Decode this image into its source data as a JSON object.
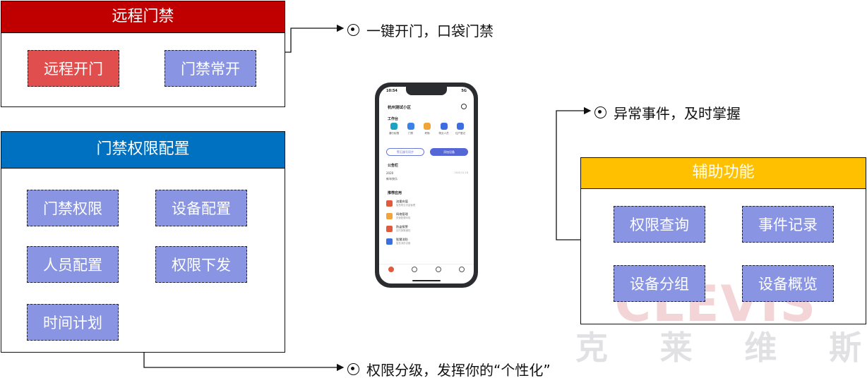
{
  "panels": {
    "remote": {
      "title": "远程门禁",
      "header_color": "#c00000",
      "tiles": [
        "远程开门",
        "门禁常开"
      ]
    },
    "permission": {
      "title": "门禁权限配置",
      "header_color": "#0070c0",
      "tiles": [
        "门禁权限",
        "设备配置",
        "人员配置",
        "权限下发",
        "时间计划"
      ]
    },
    "assist": {
      "title": "辅助功能",
      "header_color": "#ffc000",
      "tiles": [
        "权限查询",
        "事件记录",
        "设备分组",
        "设备概览"
      ]
    }
  },
  "callouts": {
    "remote": "一键开门，口袋门禁",
    "assist": "异常事件，及时掌握",
    "permission": "权限分级，发挥你的“个性化”"
  },
  "colors": {
    "tile_blue": "#8995e3",
    "tile_red": "#e04f4d"
  },
  "phone": {
    "time": "10:54",
    "signal": "5G",
    "community": "杭州测试小区",
    "workbench_label": "工作台",
    "icons": [
      {
        "label": "通行权限",
        "color": "#1aa3c4"
      },
      {
        "label": "门禁",
        "color": "#3b82e8"
      },
      {
        "label": "考勤",
        "color": "#f0a43a"
      },
      {
        "label": "物业人员",
        "color": "#3b6fe0"
      },
      {
        "label": "住户登记",
        "color": "#3b6fe0"
      }
    ],
    "button_outline": "警石服号同步",
    "button_filled": "添加设备",
    "notice_label": "公告栏",
    "notice_year": "2020",
    "notice_text": "新年快乐",
    "notice_date": "2020.02.18",
    "recommend_label": "推荐应用",
    "apps": [
      {
        "name": "流量充值",
        "sub": "智慧物业流量管理",
        "color": "#e05a3c"
      },
      {
        "name": "网络管理",
        "sub": "快速配置网络",
        "color": "#f0a43a"
      },
      {
        "name": "防盗报警",
        "sub": "实时报警通知",
        "color": "#e05a3c"
      },
      {
        "name": "智慧消防",
        "sub": "智慧消防设备",
        "color": "#3b6fe0"
      }
    ]
  },
  "watermark": {
    "latin": "CLEVIS",
    "cn": [
      "克",
      "莱",
      "维",
      "斯"
    ]
  }
}
